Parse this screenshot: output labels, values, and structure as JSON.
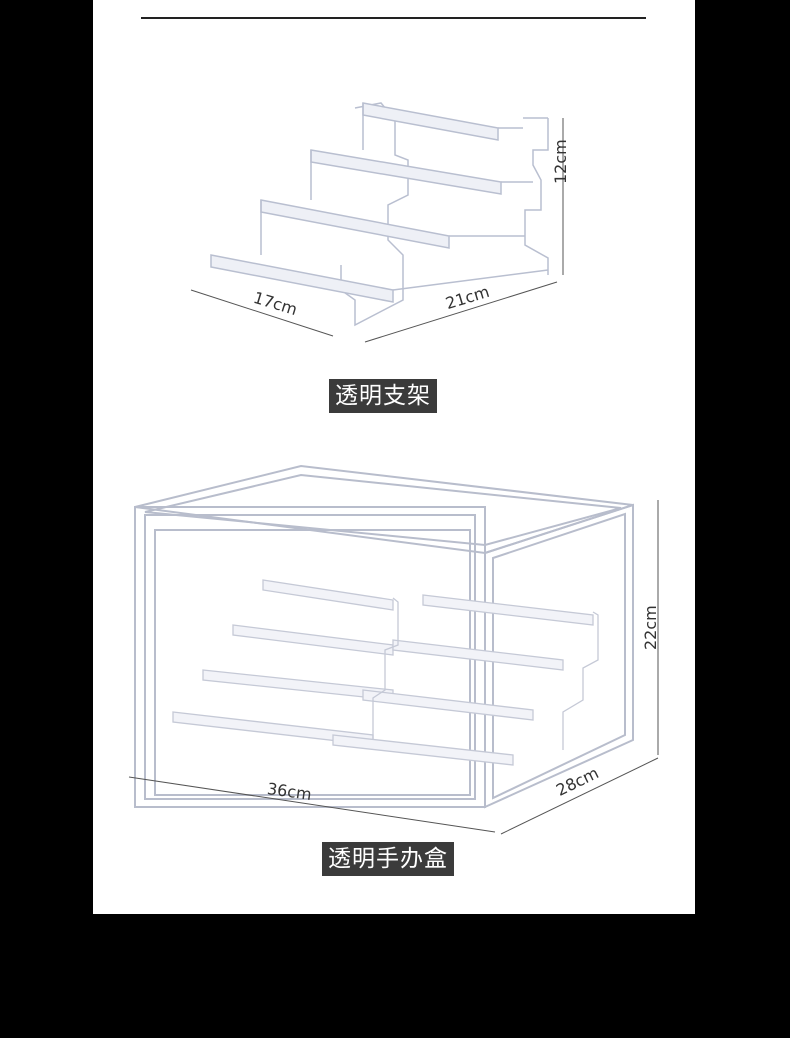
{
  "stand": {
    "caption": "透明支架",
    "height_label": "12cm",
    "width_label": "17cm",
    "depth_label": "21cm"
  },
  "box": {
    "caption": "透明手办盒",
    "height_label": "22cm",
    "width_label": "36cm",
    "depth_label": "28cm"
  }
}
